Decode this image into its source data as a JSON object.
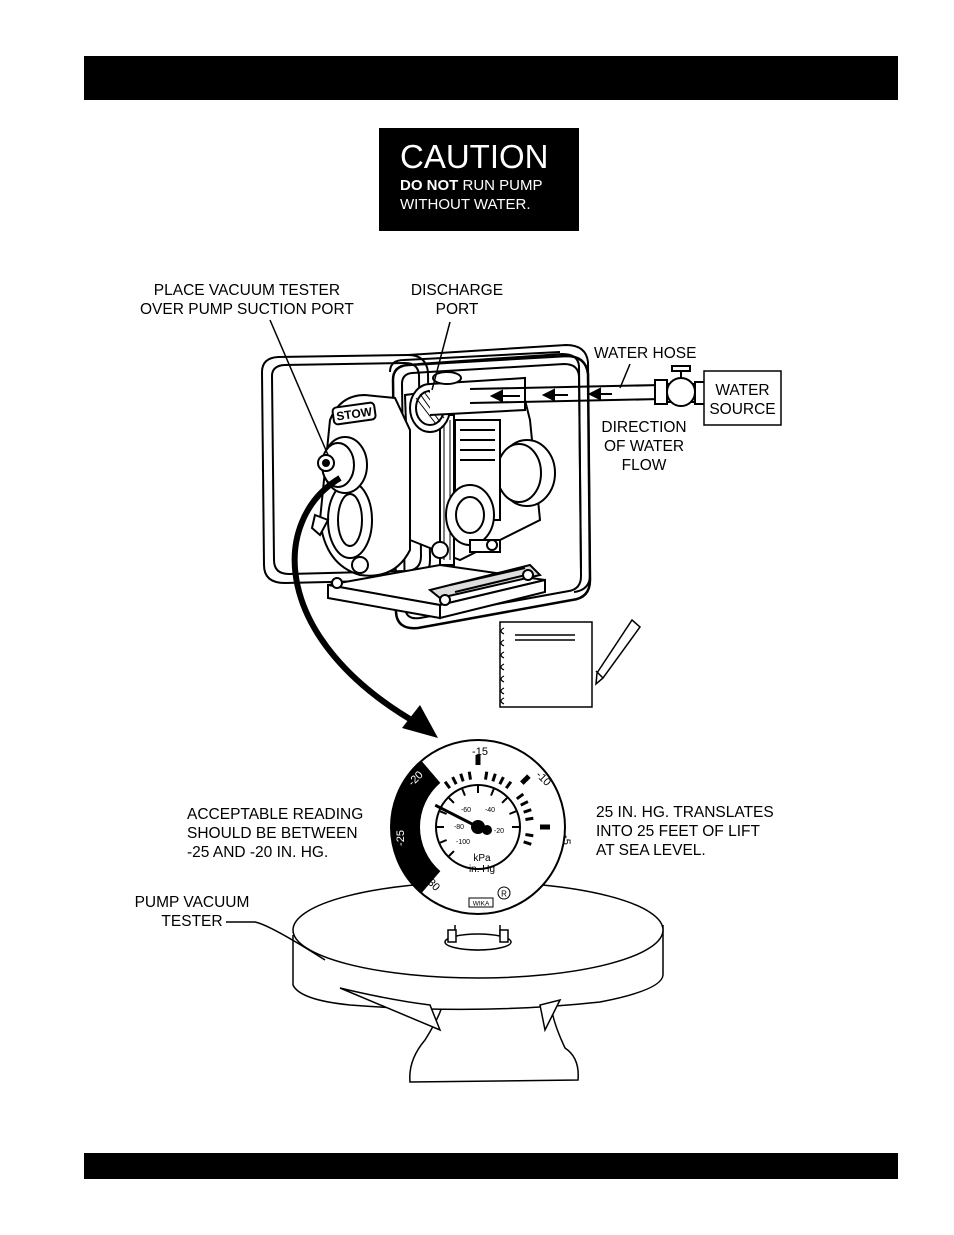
{
  "caution": {
    "title": "CAUTION",
    "line1_bold": "DO NOT",
    "line1_rest": " RUN PUMP",
    "line2": "WITHOUT WATER."
  },
  "labels": {
    "vacuum_tester_line1": "PLACE VACUUM TESTER",
    "vacuum_tester_line2": "OVER PUMP SUCTION PORT",
    "discharge_line1": "DISCHARGE",
    "discharge_line2": "PORT",
    "water_hose": "WATER HOSE",
    "water_source_line1": "WATER",
    "water_source_line2": "SOURCE",
    "direction_line1": "DIRECTION",
    "direction_line2": "OF WATER",
    "direction_line3": "FLOW",
    "acceptable_line1": "ACCEPTABLE READING",
    "acceptable_line2": "SHOULD BE BETWEEN",
    "acceptable_line3": "-25 AND -20 IN. HG.",
    "lift_line1": "25 IN. HG. TRANSLATES",
    "lift_line2": "INTO 25 FEET OF LIFT",
    "lift_line3": "AT SEA LEVEL.",
    "tester_line1": "PUMP VACUUM",
    "tester_line2": "TESTER"
  },
  "pump": {
    "brand": "STOW"
  },
  "gauge": {
    "outer_ticks": [
      "-15",
      "-10",
      "-5",
      "-20",
      "-25",
      "-30"
    ],
    "inner_ticks": [
      "-60",
      "-40",
      "-80",
      "-20",
      "-100"
    ],
    "unit1": "kPa",
    "unit2": "in. Hg",
    "maker": "WIKA",
    "registered": "R",
    "needle_value_inhg": -22
  }
}
